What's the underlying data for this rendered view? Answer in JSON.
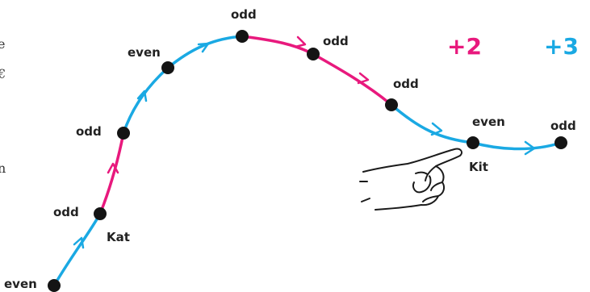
{
  "colors": {
    "pink": "#e8197d",
    "blue": "#1aa9e3",
    "node": "#141414"
  },
  "legend": {
    "pink_label": "+2",
    "blue_label": "+3"
  },
  "nodes": [
    {
      "label": "even",
      "name": ""
    },
    {
      "label": "odd",
      "name": "Kat"
    },
    {
      "label": "odd",
      "name": ""
    },
    {
      "label": "even",
      "name": ""
    },
    {
      "label": "odd",
      "name": ""
    },
    {
      "label": "odd",
      "name": ""
    },
    {
      "label": "odd",
      "name": ""
    },
    {
      "label": "even",
      "name": "Kit"
    },
    {
      "label": "odd",
      "name": ""
    }
  ],
  "segment_colors": [
    "blue",
    "pink",
    "blue",
    "blue",
    "pink",
    "pink",
    "blue",
    "blue"
  ],
  "edge_fragments": [
    "e",
    "€",
    "n"
  ],
  "pointer_icon": "pointing-hand-icon"
}
